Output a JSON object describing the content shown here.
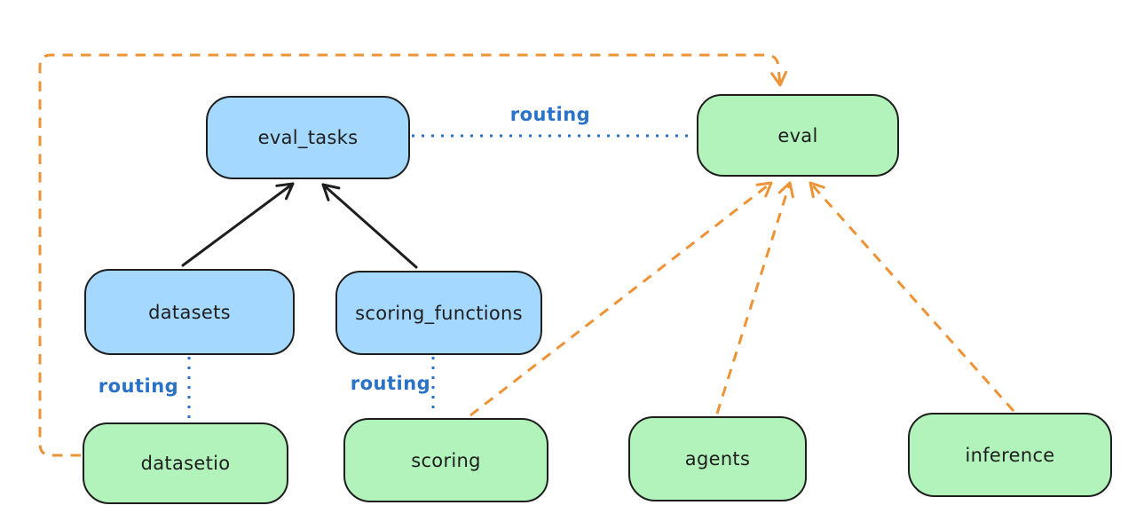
{
  "diagram": {
    "nodes": [
      {
        "id": "eval_tasks",
        "label": "eval_tasks",
        "kind": "resource"
      },
      {
        "id": "eval",
        "label": "eval",
        "kind": "provider-api"
      },
      {
        "id": "datasets",
        "label": "datasets",
        "kind": "resource"
      },
      {
        "id": "scoring_functions",
        "label": "scoring_functions",
        "kind": "resource"
      },
      {
        "id": "datasetio",
        "label": "datasetio",
        "kind": "provider-api"
      },
      {
        "id": "scoring",
        "label": "scoring",
        "kind": "provider-api"
      },
      {
        "id": "agents",
        "label": "agents",
        "kind": "provider-api"
      },
      {
        "id": "inference",
        "label": "inference",
        "kind": "provider-api"
      }
    ],
    "edges": [
      {
        "from": "datasets",
        "to": "eval_tasks",
        "style": "solid-arrow",
        "label": ""
      },
      {
        "from": "scoring_functions",
        "to": "eval_tasks",
        "style": "solid-arrow",
        "label": ""
      },
      {
        "from": "eval_tasks",
        "to": "eval",
        "style": "dotted",
        "label": "routing"
      },
      {
        "from": "datasets",
        "to": "datasetio",
        "style": "dotted",
        "label": "routing"
      },
      {
        "from": "scoring_functions",
        "to": "scoring",
        "style": "dotted",
        "label": "routing"
      },
      {
        "from": "datasetio",
        "to": "eval",
        "style": "dashed-arrow",
        "label": ""
      },
      {
        "from": "scoring",
        "to": "eval",
        "style": "dashed-arrow",
        "label": ""
      },
      {
        "from": "agents",
        "to": "eval",
        "style": "dashed-arrow",
        "label": ""
      },
      {
        "from": "inference",
        "to": "eval",
        "style": "dashed-arrow",
        "label": ""
      }
    ]
  },
  "colors": {
    "background": "#ffffff",
    "node-blue-fill": "#a5d8ff",
    "node-green-fill": "#b2f2bb",
    "node-stroke": "#1e1e1e",
    "routing-blue": "#2a72c8",
    "provider-orange": "#ee9335"
  }
}
